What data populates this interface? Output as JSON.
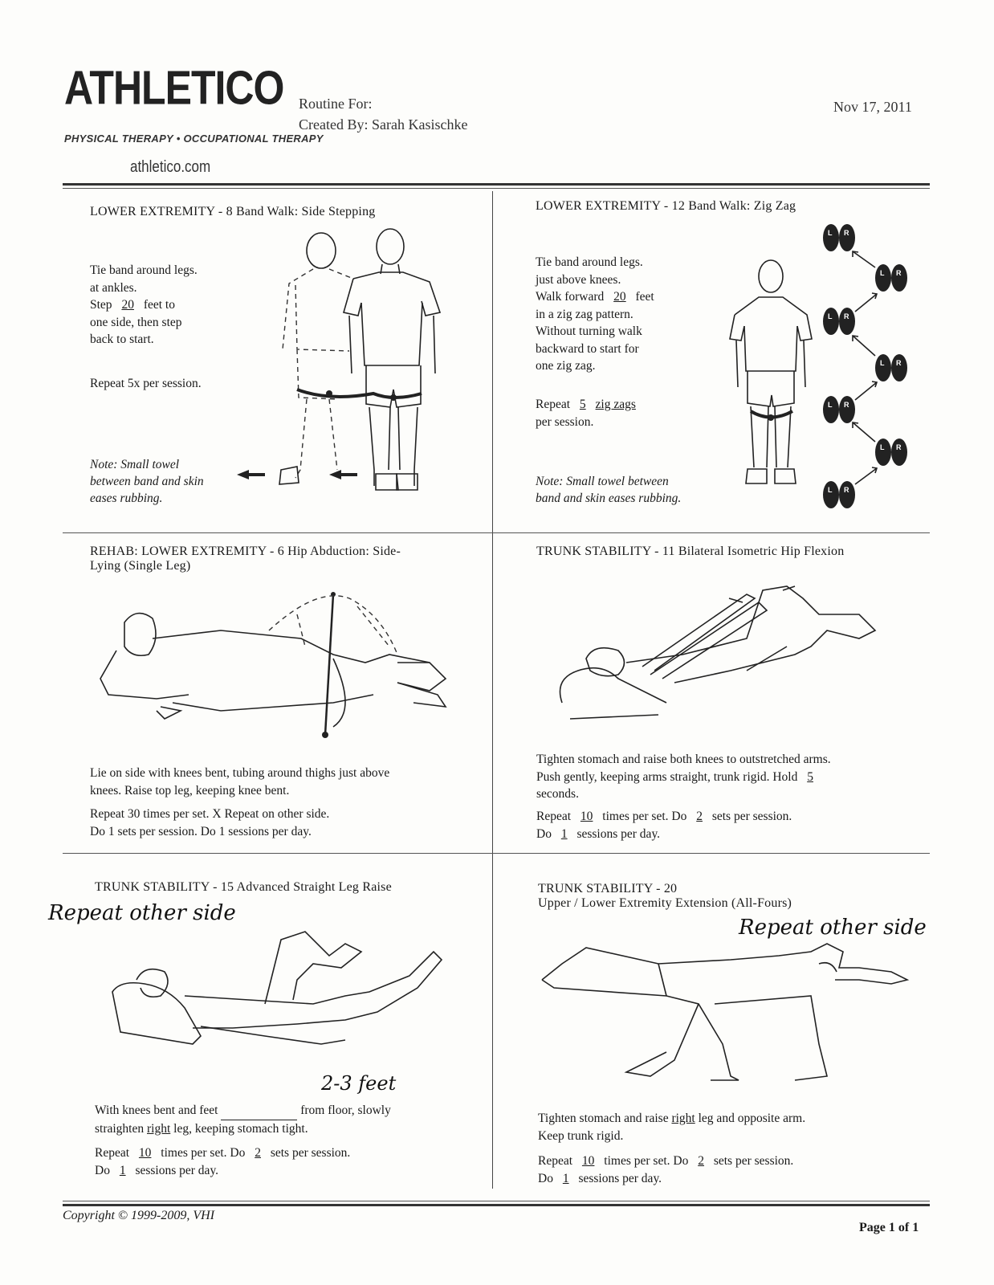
{
  "header": {
    "logo_text": "ATHLETICO",
    "logo_subtitle": "PHYSICAL THERAPY • OCCUPATIONAL THERAPY",
    "logo_url": "athletico.com",
    "routine_for": "Routine For:",
    "created_by": "Created By: Sarah Kasischke",
    "date": "Nov 17, 2011"
  },
  "exercises": [
    {
      "title": "LOWER EXTREMITY - 8  Band Walk: Side Stepping",
      "lines": [
        "Tie band around legs.",
        "at ankles."
      ],
      "step_pre": "Step",
      "step_value": "20",
      "step_post": "feet to",
      "lines2": [
        "one side, then step",
        "back to start."
      ],
      "repeat": "Repeat 5x per session.",
      "note": [
        "Note: Small towel",
        "between band and skin",
        "eases rubbing."
      ]
    },
    {
      "title": "LOWER EXTREMITY - 12  Band Walk: Zig Zag",
      "lines": [
        "Tie band around legs.",
        "just above knees."
      ],
      "walk_pre": "Walk forward",
      "walk_value": "20",
      "walk_post": "feet",
      "lines2": [
        "in a zig zag pattern.",
        "Without turning walk",
        "backward to start for",
        "one zig zag."
      ],
      "repeat_pre": "Repeat",
      "repeat_value": "5",
      "repeat_unit": "zig zags",
      "repeat_post": "per session.",
      "note": [
        "Note: Small towel between",
        "band and skin eases rubbing."
      ]
    },
    {
      "title": "REHAB: LOWER EXTREMITY - 6  Hip Abduction: Side-",
      "title2": "Lying (Single Leg)",
      "desc": [
        "Lie on side with knees bent, tubing around thighs just above",
        "knees. Raise top leg, keeping knee bent."
      ],
      "repeat": [
        "Repeat 30 times per set.  X Repeat on other side.",
        "Do 1 sets per session.  Do 1 sessions per day."
      ]
    },
    {
      "title": "TRUNK STABILITY - 11  Bilateral Isometric Hip Flexion",
      "desc": [
        "Tighten stomach and raise both knees to outstretched arms.",
        "Push gently, keeping arms straight, trunk rigid. Hold"
      ],
      "hold_value": "5",
      "desc3": "seconds.",
      "r_pre": "Repeat",
      "r_val": "10",
      "r_mid": "times per set.  Do",
      "s_val": "2",
      "s_post": "sets per session.",
      "d_pre": "Do",
      "d_val": "1",
      "d_post": "sessions per day."
    },
    {
      "title": "TRUNK STABILITY - 15  Advanced Straight Leg Raise",
      "handwritten": "Repeat other side",
      "handwritten_feet": "2-3 feet",
      "desc_pre": "With knees bent and feet",
      "desc_post": "from floor, slowly",
      "desc2_pre": "straighten",
      "desc2_side": "right",
      "desc2_post": "leg, keeping stomach tight.",
      "r_pre": "Repeat",
      "r_val": "10",
      "r_mid": "times per set.  Do",
      "s_val": "2",
      "s_post": "sets per session.",
      "d_pre": "Do",
      "d_val": "1",
      "d_post": "sessions per day."
    },
    {
      "title": "TRUNK STABILITY - 20",
      "title2": "Upper / Lower Extremity Extension (All-Fours)",
      "handwritten": "Repeat other side",
      "desc_pre": "Tighten stomach and raise",
      "desc_side": "right",
      "desc_post": "leg and opposite arm.",
      "desc2": "Keep trunk rigid.",
      "r_pre": "Repeat",
      "r_val": "10",
      "r_mid": "times per set.  Do",
      "s_val": "2",
      "s_post": "sets per session.",
      "d_pre": "Do",
      "d_val": "1",
      "d_post": "sessions per day."
    }
  ],
  "footprints": [
    "1",
    "2",
    "3",
    "4",
    "5",
    "6",
    "7"
  ],
  "footer": {
    "copyright": "Copyright © 1999-2009, VHI",
    "page": "Page 1 of 1"
  }
}
